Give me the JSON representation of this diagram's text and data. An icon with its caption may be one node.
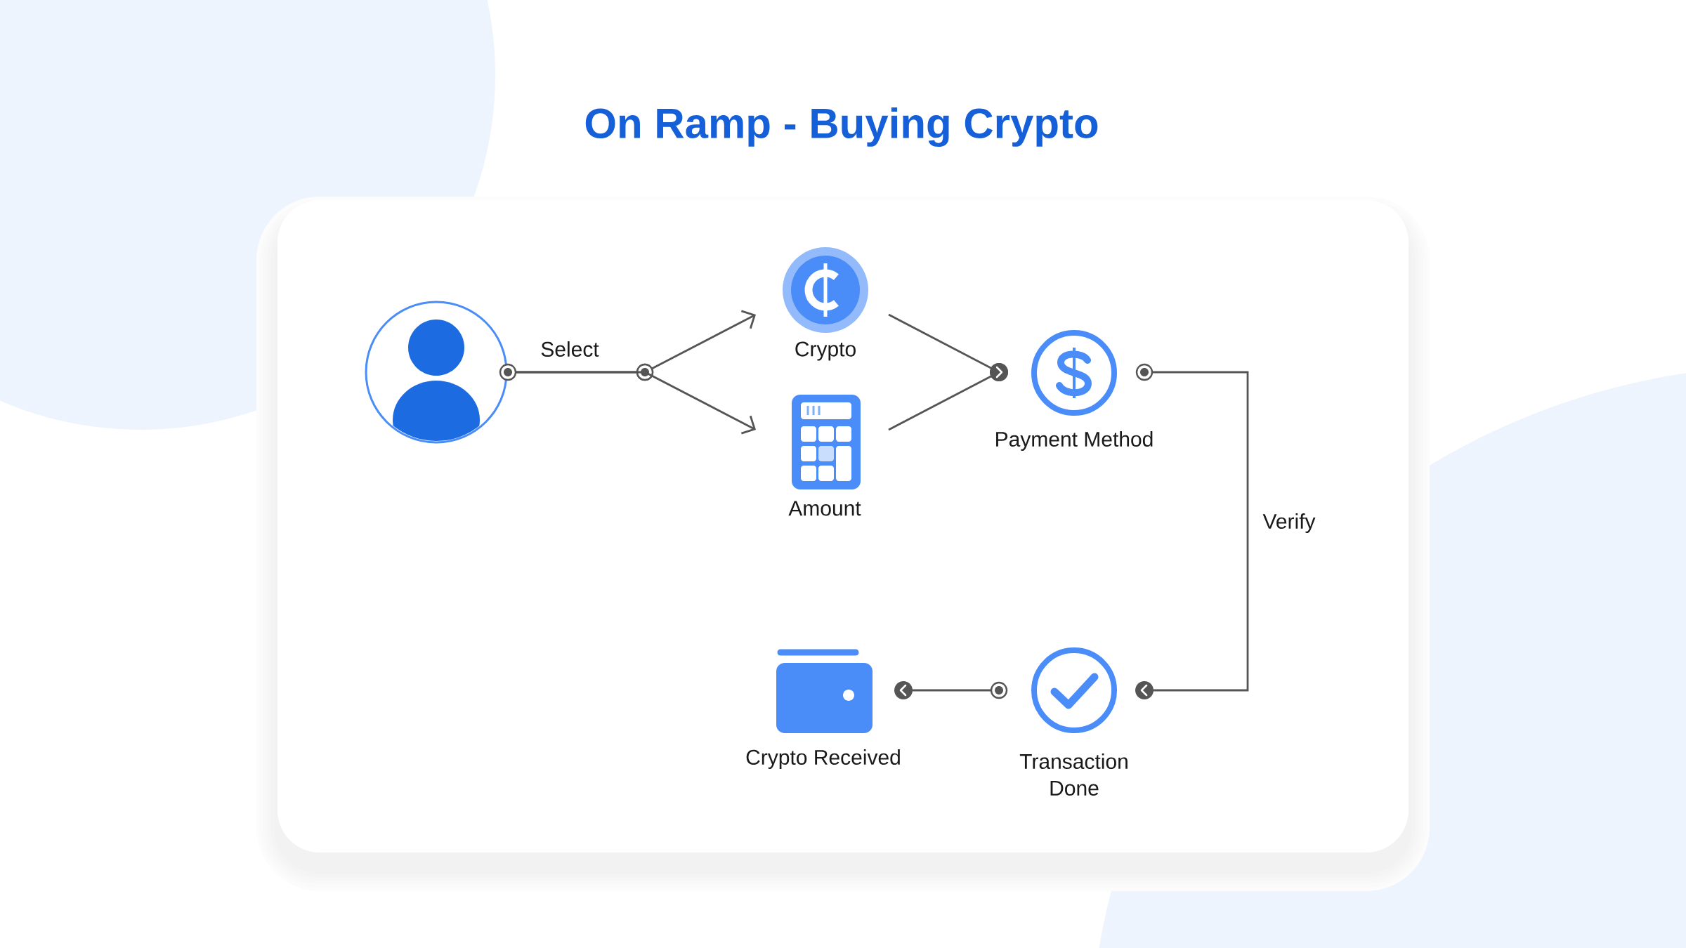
{
  "diagram": {
    "title": "On Ramp - Buying Crypto",
    "nodes": [
      {
        "text": [],
        "shape": "person"
      },
      {
        "text": [
          "Crypto"
        ]
      },
      {
        "text": [
          "Amount"
        ]
      },
      {
        "text": [
          "Payment Method"
        ]
      },
      {
        "text": [
          "Transaction Done"
        ]
      },
      {
        "text": [
          "Crypto Received"
        ]
      }
    ],
    "edges": [
      {
        "from": 0,
        "to": 1,
        "arrow": "to",
        "label": "Select"
      },
      {
        "from": 0,
        "to": 2,
        "arrow": "to"
      },
      {
        "from": 1,
        "to": 3,
        "arrow": "to"
      },
      {
        "from": 2,
        "to": 3,
        "arrow": "to"
      },
      {
        "from": 3,
        "to": 4,
        "arrow": "to",
        "label": "Verify"
      },
      {
        "from": 4,
        "to": 5,
        "arrow": "to"
      }
    ]
  }
}
